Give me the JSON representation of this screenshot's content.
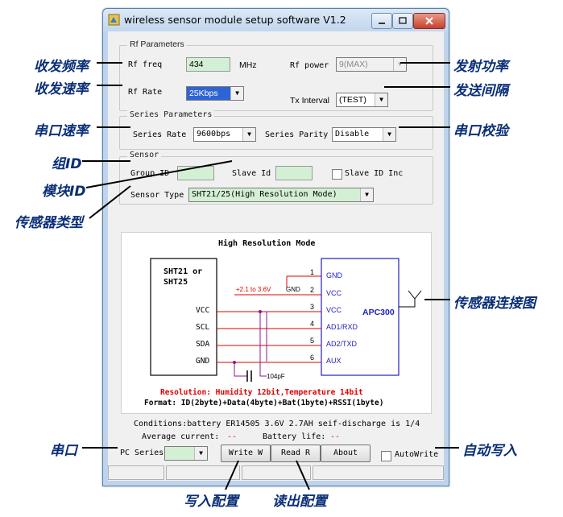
{
  "window": {
    "title": "wireless sensor module setup software V1.2"
  },
  "rf": {
    "group_label": "Rf Parameters",
    "freq_label": "Rf freq",
    "freq_value": "434",
    "freq_unit": "MHz",
    "rate_label": "Rf Rate",
    "rate_value": "25Kbps",
    "power_label": "Rf power",
    "power_value": "9(MAX)",
    "interval_label": "Tx Interval",
    "interval_value": "(TEST)"
  },
  "series": {
    "group_label": "Series Parameters",
    "rate_label": "Series Rate",
    "rate_value": "9600bps",
    "parity_label": "Series Parity",
    "parity_value": "Disable"
  },
  "sensor": {
    "group_label": "Sensor",
    "group_id_label": "Group ID",
    "slave_id_label": "Slave Id",
    "slave_inc_label": "Slave ID Inc",
    "type_label": "Sensor Type",
    "type_value": "SHT21/25(High Resolution Mode)"
  },
  "diagram": {
    "title": "High Resolution Mode",
    "chip_name_1": "SHT21 or",
    "chip_name_2": "SHT25",
    "pins_left": [
      "VCC",
      "SCL",
      "SDA",
      "GND"
    ],
    "module_name": "APC300",
    "pin_numbers": [
      "1",
      "2",
      "3",
      "4",
      "5",
      "6"
    ],
    "pins_right": [
      "GND",
      "VCC",
      "VCC",
      "AD1/RXD",
      "AD2/TXD",
      "AUX"
    ],
    "supply_label": "+2.1 to 3.6V",
    "gnd_label": "GND",
    "cap_label": "104pF",
    "resolution_line": "Resolution: Humidity 12bit,Temperature 14bit",
    "format_line": "Format: ID(2byte)+Data(4byte)+Bat(1byte)+RSSI(1byte)"
  },
  "conditions": {
    "line1": "Conditions:battery ER14505 3.6V 2.7AH  seif-discharge is 1/4",
    "current_label": "Average current:",
    "current_value": "--",
    "life_label": "Battery life:",
    "life_value": "--"
  },
  "bottom": {
    "pc_series_label": "PC Series",
    "write_button": "Write W",
    "read_button": "Read R",
    "about_button": "About",
    "autowrite_label": "AutoWrite"
  },
  "callouts": {
    "rf_freq": "收发频率",
    "rf_rate": "收发速率",
    "rf_power": "发射功率",
    "tx_interval": "发送间隔",
    "series_rate": "串口速率",
    "series_parity": "串口校验",
    "group_id": "组ID",
    "slave_id": "模块ID",
    "sensor_type": "传感器类型",
    "diagram": "传感器连接图",
    "pc_series": "串口",
    "autowrite": "自动写入",
    "write": "写入配置",
    "read": "读出配置"
  },
  "colors": {
    "accent_input": "#d4f0d4",
    "callout_text": "#0a2e78",
    "wire_red": "#e00000",
    "wire_purple": "#8b1a8b"
  }
}
